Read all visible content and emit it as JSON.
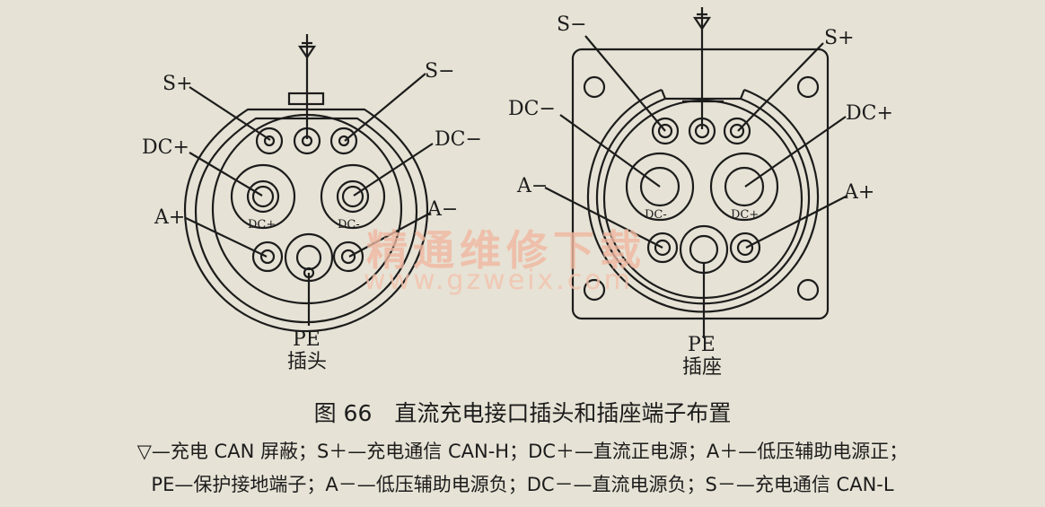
{
  "plug": {
    "name": "插头",
    "labels": {
      "s_plus": "S+",
      "s_minus": "S−",
      "dc_plus": "DC+",
      "dc_minus": "DC−",
      "a_plus": "A+",
      "a_minus": "A−",
      "pe": "PE",
      "pin_dc_plus": "DC+",
      "pin_dc_minus": "DC-"
    }
  },
  "socket": {
    "name": "插座",
    "labels": {
      "s_minus": "S−",
      "s_plus": "S+",
      "dc_minus": "DC−",
      "dc_plus": "DC+",
      "a_minus": "A−",
      "a_plus": "A+",
      "pe": "PE",
      "pin_dc_minus": "DC-",
      "pin_dc_plus": "DC+"
    }
  },
  "watermark": {
    "text": "精通维修下载",
    "url": "www.gzweix.com"
  },
  "caption": "图 66　直流充电接口插头和插座端子布置",
  "legend": {
    "line1": "▽—充电 CAN 屏蔽；S＋—充电通信 CAN-H；DC＋—直流正电源；A＋—低压辅助电源正；",
    "line2": "PE—保护接地端子；A－—低压辅助电源负；DC－—直流电源负；S－—充电通信 CAN-L"
  }
}
